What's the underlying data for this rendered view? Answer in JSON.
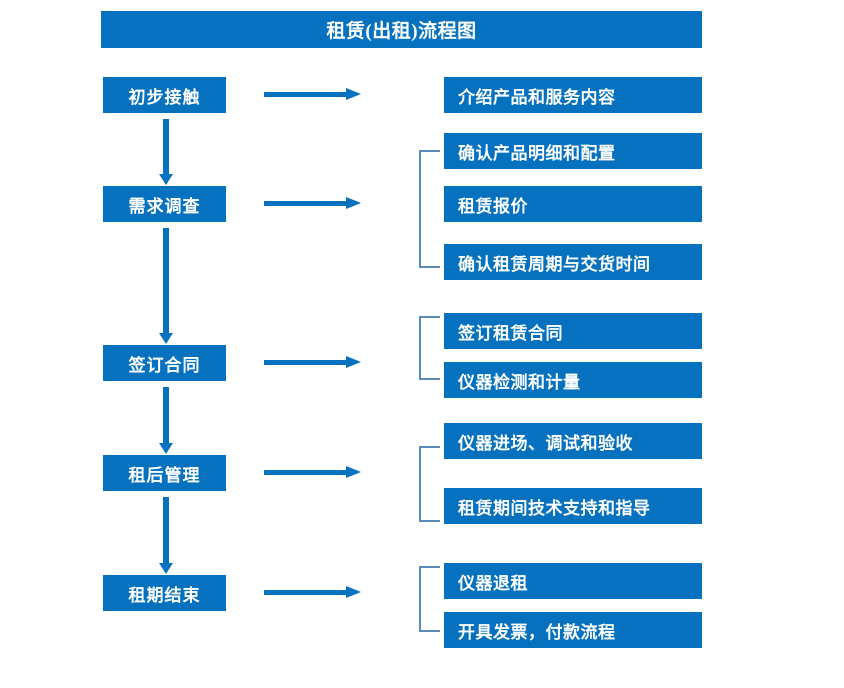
{
  "title": "租赁(出租)流程图",
  "colors": {
    "primary_blue": "#0571BF",
    "bracket_blue": "#5B8DB8",
    "text_on_blue": "#FFFFFF",
    "background": "#FFFFFF"
  },
  "stages": [
    {
      "label": "初步接触"
    },
    {
      "label": "需求调查"
    },
    {
      "label": "签订合同"
    },
    {
      "label": "租后管理"
    },
    {
      "label": "租期结束"
    }
  ],
  "details": [
    {
      "label": "介绍产品和服务内容"
    },
    {
      "label": "确认产品明细和配置"
    },
    {
      "label": "租赁报价"
    },
    {
      "label": "确认租赁周期与交货时间"
    },
    {
      "label": "签订租赁合同"
    },
    {
      "label": "仪器检测和计量"
    },
    {
      "label": "仪器进场、调试和验收"
    },
    {
      "label": "租赁期间技术支持和指导"
    },
    {
      "label": "仪器退租"
    },
    {
      "label": "开具发票，付款流程"
    }
  ],
  "groups": [
    {
      "stage": "初步接触",
      "items": [
        "介绍产品和服务内容"
      ],
      "bracket": false
    },
    {
      "stage": "需求调查",
      "items": [
        "确认产品明细和配置",
        "租赁报价",
        "确认租赁周期与交货时间"
      ],
      "bracket": true
    },
    {
      "stage": "签订合同",
      "items": [
        "签订租赁合同",
        "仪器检测和计量"
      ],
      "bracket": true
    },
    {
      "stage": "租后管理",
      "items": [
        "仪器进场、调试和验收",
        "租赁期间技术支持和指导"
      ],
      "bracket": true
    },
    {
      "stage": "租期结束",
      "items": [
        "仪器退租",
        "开具发票，付款流程"
      ],
      "bracket": true
    }
  ],
  "connectors": {
    "stage_to_stage": "downward-arrow",
    "stage_to_detail": "rightward-arrow",
    "arrow_count_down": 4,
    "arrow_count_right": 5
  }
}
